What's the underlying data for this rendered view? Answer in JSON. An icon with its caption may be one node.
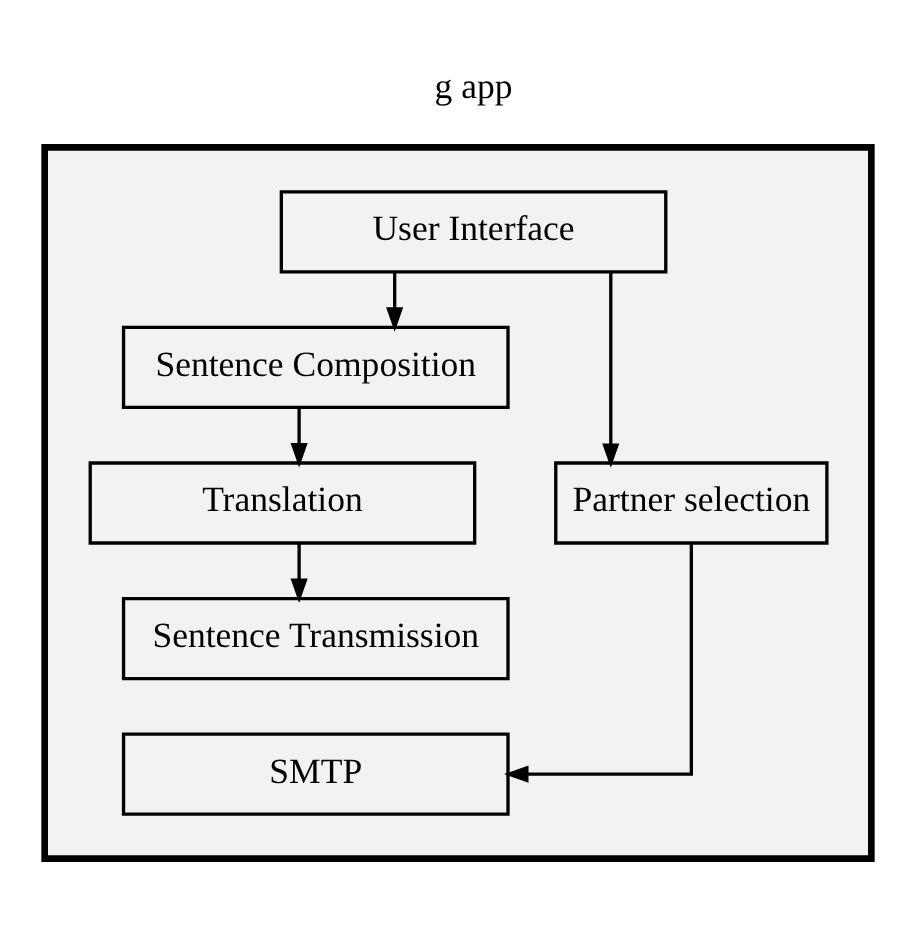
{
  "diagram": {
    "nodes": [
      {
        "text": [],
        "shape": "box"
      },
      {
        "text": [
          "User Interface"
        ],
        "in": 0
      },
      {
        "text": [
          "Sentence Composition"
        ],
        "in": 0
      },
      {
        "text": [
          "Partner selection"
        ],
        "in": 0
      },
      {
        "text": [
          "Translation"
        ],
        "in": 0
      },
      {
        "text": [
          "Sentence Transmission"
        ],
        "in": 0
      },
      {
        "text": [
          "SMTP"
        ],
        "in": 0
      }
    ],
    "edges": [
      {
        "from": 1,
        "to": 2,
        "arrow": "to"
      },
      {
        "from": 1,
        "to": 3,
        "arrow": "to"
      },
      {
        "from": 2,
        "to": 4,
        "arrow": "to"
      },
      {
        "from": 4,
        "to": 5,
        "arrow": "to"
      },
      {
        "from": 3,
        "to": 6,
        "arrow": "to"
      }
    ],
    "labels": [
      "g app"
    ]
  }
}
